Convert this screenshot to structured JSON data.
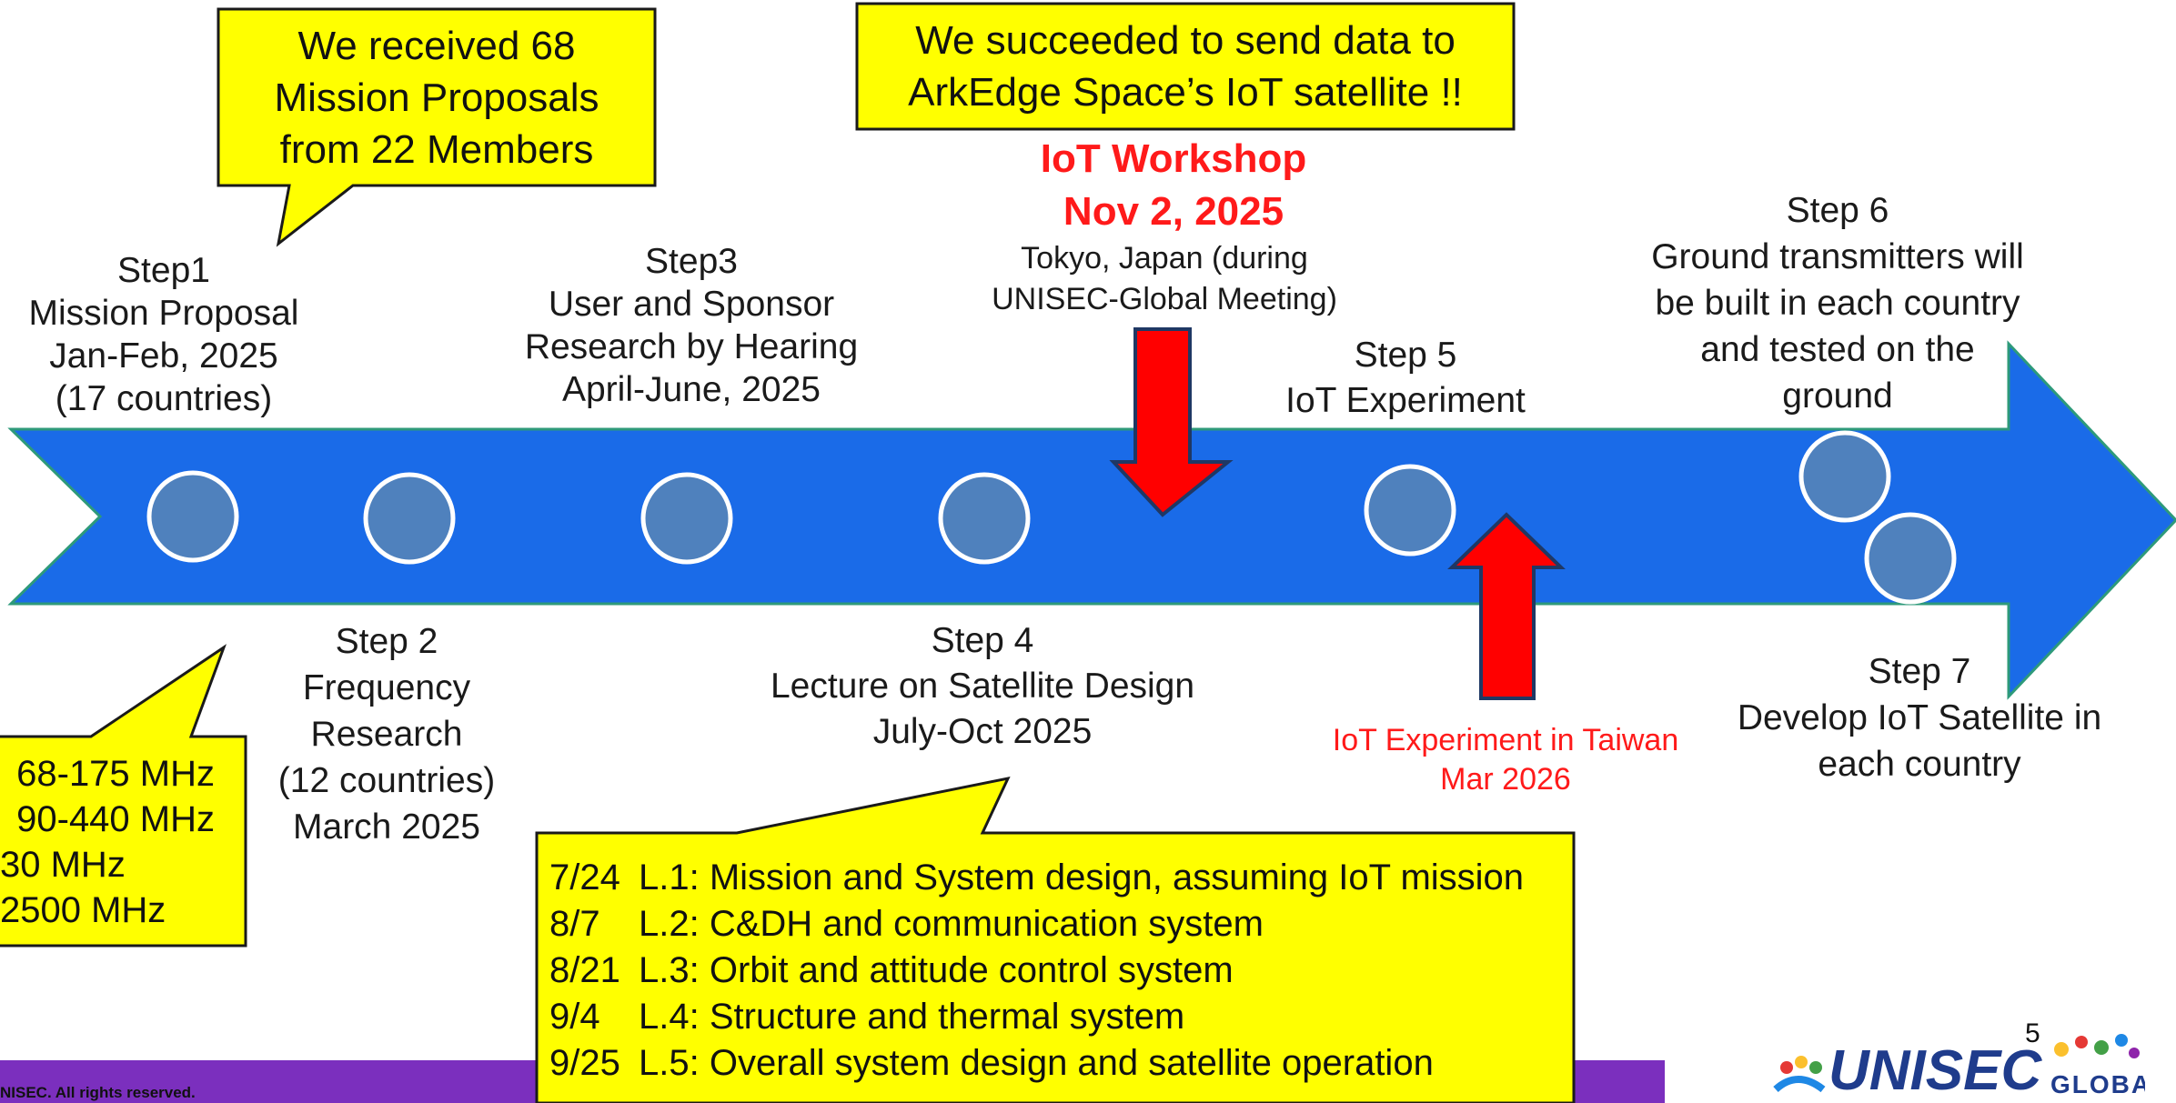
{
  "callouts": {
    "proposals": [
      "We received 68",
      "Mission Proposals",
      "from 22 Members"
    ],
    "success": [
      "We succeeded to send data to",
      "ArkEdge Space’s IoT satellite !!"
    ]
  },
  "workshop": {
    "title": "IoT Workshop",
    "date": "Nov 2, 2025",
    "place": [
      "Tokyo, Japan (during",
      "UNISEC-Global Meeting)"
    ]
  },
  "steps": {
    "step1": [
      "Step1",
      "Mission Proposal",
      "Jan-Feb, 2025",
      "(17 countries)"
    ],
    "step2": [
      "Step 2",
      "Frequency",
      "Research",
      "(12 countries)",
      "March 2025"
    ],
    "step3": [
      "Step3",
      "User and Sponsor",
      "Research by Hearing",
      "April-June, 2025"
    ],
    "step4": [
      "Step 4",
      "Lecture on Satellite Design",
      "July-Oct 2025"
    ],
    "step5": [
      "Step 5",
      "IoT Experiment"
    ],
    "step6": [
      "Step 6",
      "Ground transmitters will",
      "be built in each country",
      "and tested on the",
      "ground"
    ],
    "step7": [
      "Step 7",
      "Develop IoT Satellite in",
      "each country"
    ]
  },
  "taiwan": [
    "IoT Experiment in Taiwan",
    "Mar 2026"
  ],
  "frequencies": [
    "68-175 MHz",
    "90-440 MHz",
    "30 MHz",
    "2500 MHz"
  ],
  "lectures": [
    {
      "date": "7/24",
      "text": "L.1: Mission and System design, assuming IoT mission"
    },
    {
      "date": "8/7",
      "text": "L.2: C&DH and communication system"
    },
    {
      "date": "8/21",
      "text": "L.3: Orbit and attitude control system"
    },
    {
      "date": "9/4",
      "text": "L.4: Structure and thermal system"
    },
    {
      "date": "9/25",
      "text": "L.5: Overall system design and satellite operation"
    }
  ],
  "footer": "NISEC. All rights reserved.",
  "page_number": "5",
  "logo": {
    "main": "UNISEC",
    "sub": "GLOBAL"
  },
  "colors": {
    "arrow": "#1a6be8",
    "callout": "#ffff00",
    "red_arrow": "#ff0000",
    "milestone": "#4f81bd",
    "footer_bar": "#7b2fbe",
    "accent_red": "#ff1a1a"
  }
}
